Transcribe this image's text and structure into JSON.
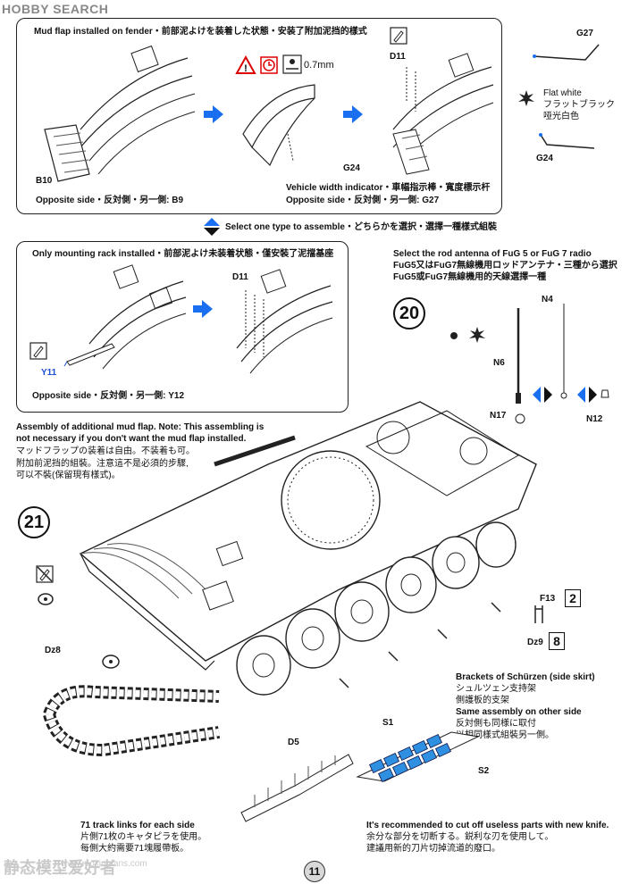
{
  "logo": "HOBBY SEARCH",
  "mudflap_box": {
    "title": "Mud flap installed on fender・前部泥よけを装着した状態・安装了附加泥挡的樣式",
    "b10": "B10",
    "opposite_b9": "Opposite side・反対側・另一側: B9",
    "dim": "0.7mm",
    "d11": "D11",
    "g24": "G24",
    "width_indicator": "Vehicle width indicator・車幅指示棒・寬度標示杆",
    "opposite_g27": "Opposite side・反対側・另一側: G27"
  },
  "flat_white": {
    "g27": "G27",
    "g24": "G24",
    "line1": "Flat white",
    "line2": "フラットブラック",
    "line3": "哑光白色"
  },
  "select_one": "Select one type to assemble・どちらかを選択・選擇一種樣式組裝",
  "rack_box": {
    "title": "Only mounting rack installed・前部泥よけ未装着状態・僅安裝了泥擋基座",
    "d11": "D11",
    "y11": "Y11",
    "opposite_y12": "Opposite side・反対側・另一側: Y12"
  },
  "antenna": {
    "line1": "Select the rod antenna of FuG 5 or FuG 7 radio",
    "line2": "FuG5又はFuG7無線機用ロッドアンテナ・三種から選択",
    "line3": "FuG5或FuG7無線機用的天線選擇一種",
    "step": "20",
    "n4": "N4",
    "n6": "N6",
    "n17": "N17",
    "n12": "N12"
  },
  "additional_mudflap": {
    "line1": "Assembly of additional mud flap. Note: This assembling is",
    "line2": "not necessary if you don't want the mud flap installed.",
    "line3": "マッドフラップの装着は自由。不装着も可。",
    "line4": "附加前泥挡的組裝。注意這不是必須的步驟,",
    "line5": "可以不裝(保留現有樣式)。"
  },
  "step21": {
    "step": "21",
    "dz8": "Dz8",
    "dz9": "Dz9",
    "f13": "F13",
    "count2": "2",
    "count8": "8",
    "d5": "D5",
    "s1": "S1",
    "s2": "S2"
  },
  "brackets": {
    "line1": "Brackets of Schürzen (side skirt)",
    "line2": "シュルツェン支持架",
    "line3": "側護板的支架",
    "line4": "Same assembly on other side",
    "line5": "反対側も同様に取付",
    "line6": "以相同樣式組裝另一側。"
  },
  "tracks": {
    "line1": "71 track links for each side",
    "line2": "片側71枚のキャタピラを使用。",
    "line3": "每側大約需要71塊履帶板。"
  },
  "knife": {
    "line1": "It's recommended to cut off useless parts with new knife.",
    "line2": "余分な部分を切断する。鋭利な刃を使用して。",
    "line3": "建議用新的刀片切掉流道的廢口。"
  },
  "page_number": "11",
  "watermark": "静态模型爱好者",
  "watermark_url": "www.moxingfans.com"
}
